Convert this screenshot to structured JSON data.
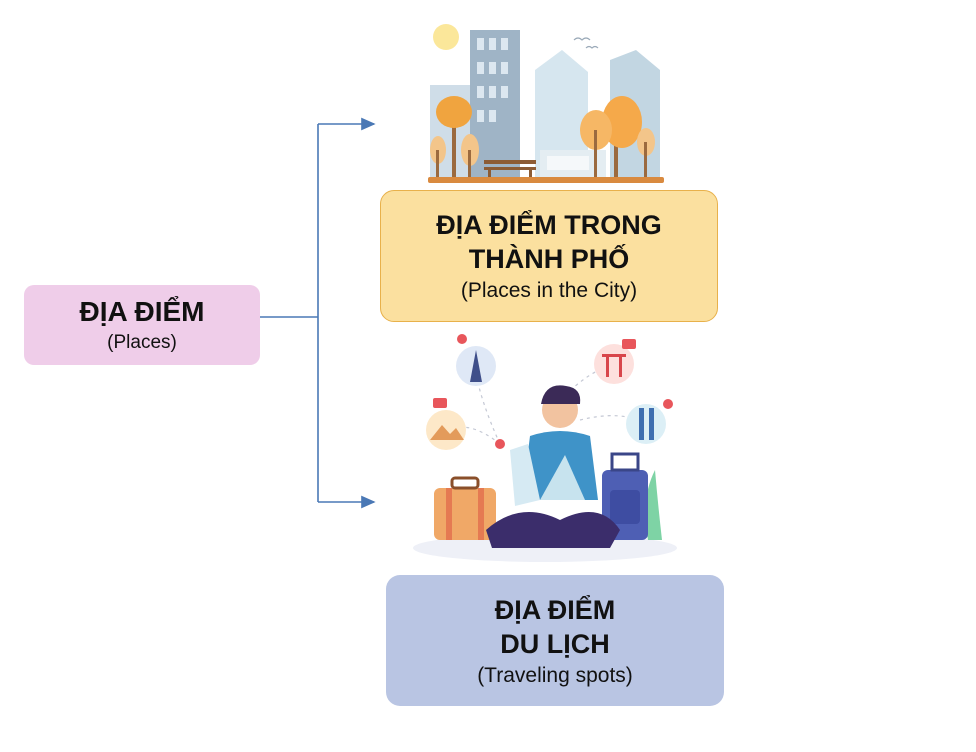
{
  "root": {
    "title": "ĐỊA ĐIỂM",
    "subtitle": "(Places)"
  },
  "branches": [
    {
      "title_line1": "ĐỊA ĐIỂM TRONG",
      "title_line2": "THÀNH PHỐ",
      "subtitle": "(Places in the City)",
      "illustration": "city-skyline-icon",
      "color": "#fbe09f"
    },
    {
      "title_line1": "ĐỊA ĐIỂM",
      "title_line2": "DU LỊCH",
      "subtitle": "(Traveling spots)",
      "illustration": "traveler-icon",
      "color": "#b9c5e3"
    }
  ],
  "colors": {
    "root": "#efcde9",
    "connector": "#4a78b5"
  }
}
